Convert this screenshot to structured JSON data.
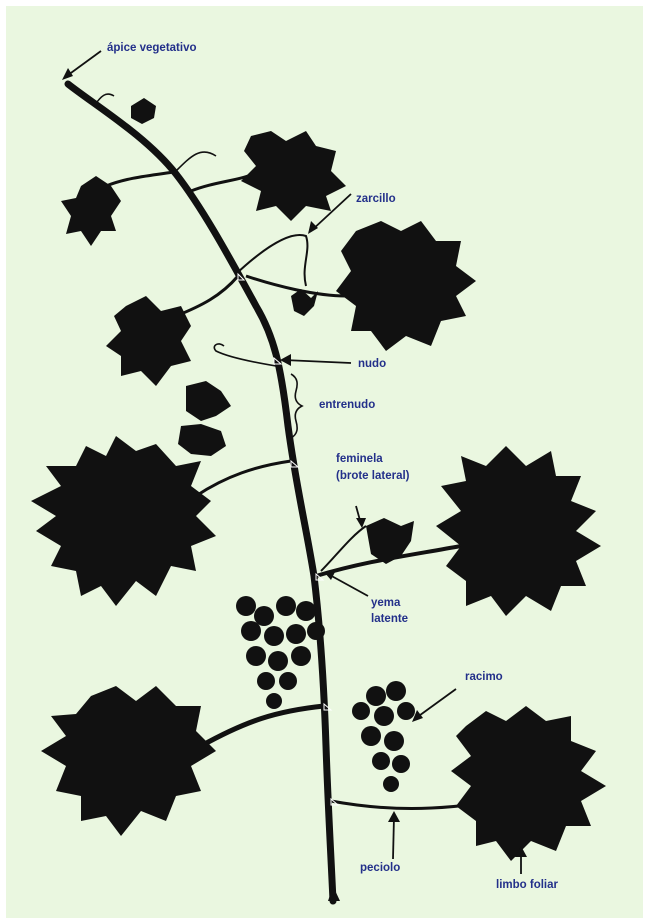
{
  "labels": {
    "apice": "ápice vegetativo",
    "zarcillo": "zarcillo",
    "nudo": "nudo",
    "entrenudo": "entrenudo",
    "feminela_1": "feminela",
    "feminela_2": "(brote lateral)",
    "yema_1": "yema",
    "yema_2": "latente",
    "racimo": "racimo",
    "peciolo": "peciolo",
    "limbo": "limbo foliar"
  },
  "colors": {
    "background": "#eaf7e0",
    "plant": "#111111",
    "label": "#23308a"
  }
}
